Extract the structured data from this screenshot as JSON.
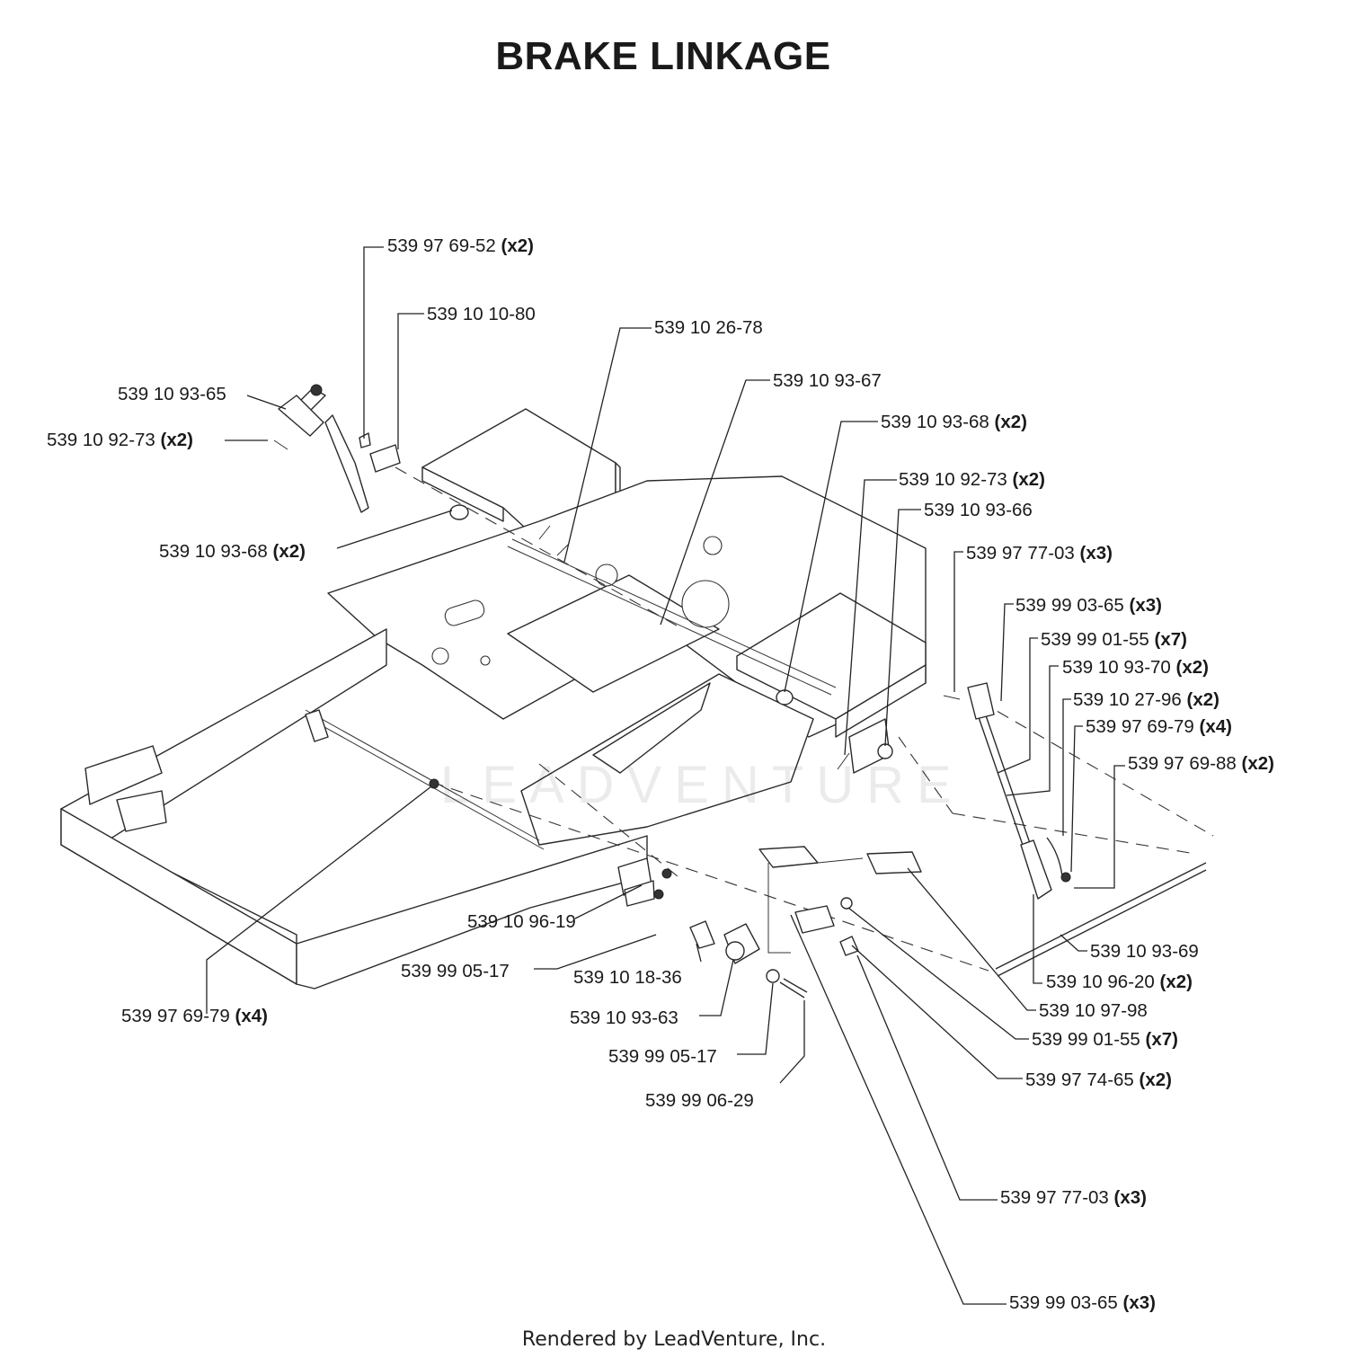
{
  "title": "BRAKE LINKAGE",
  "watermark": "LEADVENTURE",
  "footer": "Rendered by LeadVenture, Inc.",
  "callouts": [
    {
      "part": "539 97 69-52",
      "qty": "(x2)"
    },
    {
      "part": "539 10 10-80",
      "qty": ""
    },
    {
      "part": "539 10 26-78",
      "qty": ""
    },
    {
      "part": "539 10 93-65",
      "qty": ""
    },
    {
      "part": "539 10 93-67",
      "qty": ""
    },
    {
      "part": "539 10 92-73",
      "qty": "(x2)"
    },
    {
      "part": "539 10 93-68",
      "qty": "(x2)"
    },
    {
      "part": "539 10 93-68",
      "qty": "(x2)"
    },
    {
      "part": "539 10 92-73",
      "qty": "(x2)"
    },
    {
      "part": "539 10 93-66",
      "qty": ""
    },
    {
      "part": "539 97 77-03",
      "qty": "(x3)"
    },
    {
      "part": "539 99 03-65",
      "qty": "(x3)"
    },
    {
      "part": "539 99 01-55",
      "qty": "(x7)"
    },
    {
      "part": "539 10 93-70",
      "qty": "(x2)"
    },
    {
      "part": "539 10 27-96",
      "qty": "(x2)"
    },
    {
      "part": "539 97 69-79",
      "qty": "(x4)"
    },
    {
      "part": "539 97 69-88",
      "qty": "(x2)"
    },
    {
      "part": "539 10 93-69",
      "qty": ""
    },
    {
      "part": "539 10 96-20",
      "qty": "(x2)"
    },
    {
      "part": "539 10 96-19",
      "qty": ""
    },
    {
      "part": "539 99 05-17",
      "qty": ""
    },
    {
      "part": "539 10 18-36",
      "qty": ""
    },
    {
      "part": "539 10 97-98",
      "qty": ""
    },
    {
      "part": "539 10 93-63",
      "qty": ""
    },
    {
      "part": "539 99 01-55",
      "qty": "(x7)"
    },
    {
      "part": "539 97 69-79",
      "qty": "(x4)"
    },
    {
      "part": "539 99 05-17",
      "qty": ""
    },
    {
      "part": "539 97 74-65",
      "qty": "(x2)"
    },
    {
      "part": "539 99 06-29",
      "qty": ""
    },
    {
      "part": "539 97 77-03",
      "qty": "(x3)"
    },
    {
      "part": "539 99 03-65",
      "qty": "(x3)"
    }
  ]
}
